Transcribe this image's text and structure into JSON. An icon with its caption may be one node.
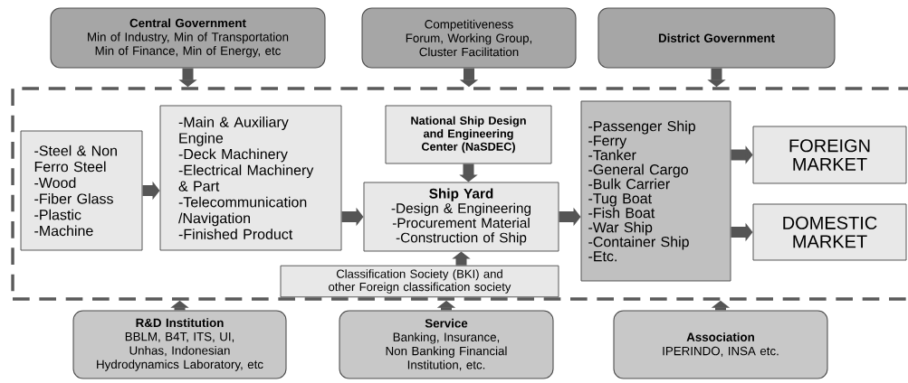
{
  "diagram": {
    "nodes": [
      {
        "text": [
          "Central Government",
          "Min of Industry, Min of Transportation Min of Finance, Min of Energy, etc"
        ]
      },
      {
        "text": [
          "Competitiveness Forum, Working Group, Cluster Facilitation"
        ]
      },
      {
        "text": [
          "District Government"
        ]
      },
      {
        "text": [],
        "shape": "box"
      },
      {
        "text": [
          "-Steel & Non Ferro Steel",
          "-Wood",
          "-Fiber Glass",
          "-Plastic",
          "-Machine"
        ],
        "in": 3
      },
      {
        "text": [
          "-Main & Auxiliary Engine",
          "-Deck Machinery",
          "-Electrical Machinery & Part",
          "-Telecommunication /Navigation",
          "-Finished Product"
        ],
        "in": 3
      },
      {
        "text": [
          "National Ship Design and Engineering Center (NaSDEC)"
        ],
        "in": 3
      },
      {
        "text": [
          "Ship Yard",
          "-Design & Engineering",
          "-Procurement Material",
          "-Construction of Ship"
        ],
        "in": 3
      },
      {
        "text": [
          "Classification Society (BKI) and other Foreign classification society"
        ],
        "in": 3
      },
      {
        "text": [
          "-Passenger Ship",
          "-Ferry",
          "-Tanker",
          "-General Cargo",
          "-Bulk Carrier",
          "-Tug Boat",
          "-Fish Boat",
          "-War Ship",
          "-Container Ship",
          "-Etc."
        ],
        "in": 3
      },
      {
        "text": [
          "FOREIGN MARKET"
        ],
        "in": 3
      },
      {
        "text": [
          "DOMESTIC MARKET"
        ],
        "in": 3
      },
      {
        "text": [
          "R&D Institution",
          "BBLM, B4T, ITS, UI, Unhas, Indonesian Hydrodynamics Laboratory, etc"
        ]
      },
      {
        "text": [
          "Service",
          "Banking, Insurance, Non Banking Financial Institution, etc."
        ]
      },
      {
        "text": [
          "Association",
          "IPERINDO, INSA etc."
        ]
      }
    ],
    "edges": [
      {
        "from": 0,
        "to": 3,
        "arrow": "to"
      },
      {
        "from": 1,
        "to": 3,
        "arrow": "to"
      },
      {
        "from": 2,
        "to": 3,
        "arrow": "to"
      },
      {
        "from": 4,
        "to": 5,
        "arrow": "to"
      },
      {
        "from": 5,
        "to": 7,
        "arrow": "to"
      },
      {
        "from": 6,
        "to": 7,
        "arrow": "to"
      },
      {
        "from": 8,
        "to": 7,
        "arrow": "to"
      },
      {
        "from": 7,
        "to": 9,
        "arrow": "to"
      },
      {
        "from": 9,
        "to": 10,
        "arrow": "to"
      },
      {
        "from": 9,
        "to": 11,
        "arrow": "to"
      },
      {
        "from": 12,
        "to": 3,
        "arrow": "to"
      },
      {
        "from": 13,
        "to": 3,
        "arrow": "to"
      },
      {
        "from": 14,
        "to": 3,
        "arrow": "to"
      }
    ]
  }
}
